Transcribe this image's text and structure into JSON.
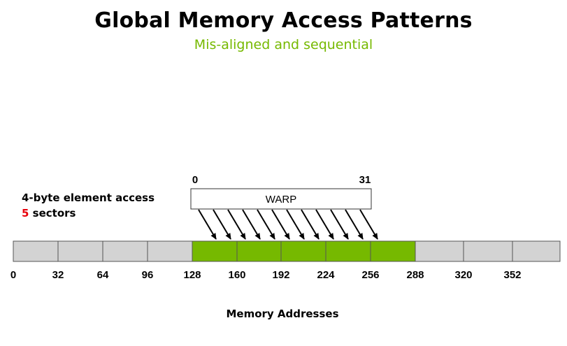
{
  "title": "Global Memory Access Patterns",
  "subtitle": "Mis-aligned and sequential",
  "info": {
    "line1": "4-byte element access",
    "sector_count": "5",
    "sector_label": " sectors"
  },
  "warp": {
    "label": "WARP",
    "start_index": "0",
    "end_index": "31",
    "arrow_count": 12
  },
  "memory": {
    "segments": [
      {
        "state": "inactive"
      },
      {
        "state": "inactive"
      },
      {
        "state": "inactive"
      },
      {
        "state": "inactive"
      },
      {
        "state": "active"
      },
      {
        "state": "active"
      },
      {
        "state": "active"
      },
      {
        "state": "active"
      },
      {
        "state": "active"
      },
      {
        "state": "inactive"
      },
      {
        "state": "inactive"
      },
      {
        "state": "inactive"
      }
    ],
    "tick_labels": [
      "0",
      "32",
      "64",
      "96",
      "128",
      "160",
      "192",
      "224",
      "256",
      "288",
      "320",
      "352"
    ],
    "active_color": "#76b900",
    "inactive_color": "#d3d3d3"
  },
  "axis_label": "Memory Addresses",
  "colors": {
    "accent": "#76b900",
    "highlight": "#e8000b"
  }
}
